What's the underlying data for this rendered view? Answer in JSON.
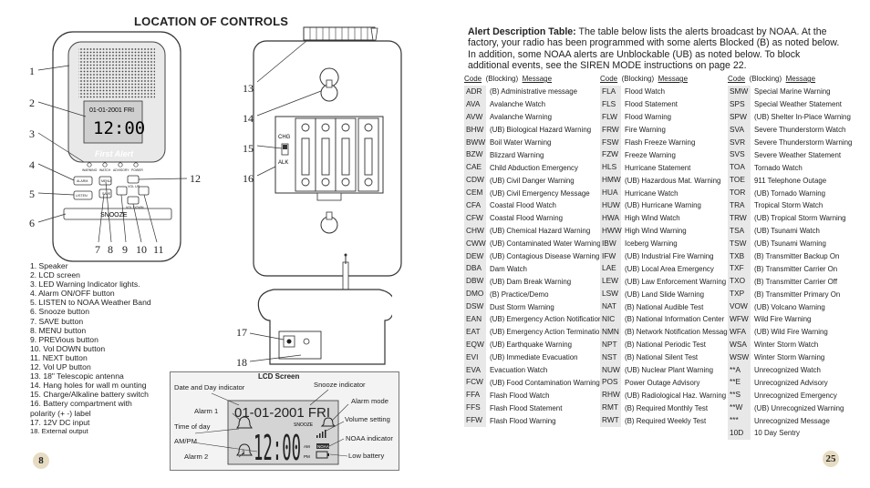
{
  "left_page": {
    "title": "LOCATION OF CONTROLS",
    "brand": "First Alert",
    "device_lcd_date": "01-01-2001 FRI",
    "device_lcd_time": "12:00",
    "led_labels": [
      "WARNING",
      "WATCH",
      "ADVISORY",
      "POWER"
    ],
    "buttons": {
      "alarm": "ALARM",
      "listen": "LISTEN",
      "snooze": "SNOOZE",
      "menu": "MENU",
      "save": "SAVE",
      "vol_up": "VOL UP",
      "prev": "PREV",
      "next": "NEXT",
      "vol_down": "VOL DOWN"
    },
    "callouts": [
      "1",
      "2",
      "3",
      "4",
      "5",
      "6",
      "7",
      "8",
      "9",
      "10",
      "11",
      "12",
      "13",
      "14",
      "15",
      "16",
      "17",
      "18"
    ],
    "battery_switch": {
      "chg": "CHG",
      "alk": "ALK"
    },
    "controls": [
      "1.  Speaker",
      "2.  LCD screen",
      "3.  LED Warning  Indicator lights.",
      "4.  Alarm ON/OFF button",
      "5.  LISTEN to NOAA Weather Band",
      "6.  Snooze button",
      "7.  SAVE button",
      "8.  MENU button",
      "9.  PREVious button",
      "10.  Vol DOWN button",
      "11.  NEXT button",
      "12.  Vol UP button",
      "13.  18\" Telescopic antenna",
      "14.  Hang holes for wall m ounting",
      "15.  Charge/Alkaline battery switch",
      "16.  Battery compartment with",
      "        polarity (+ -) label",
      "17.  12V DC input",
      "18.  External output"
    ],
    "lcd_screen": {
      "title": "LCD Screen",
      "date_text": "01-01-2001 FRI",
      "time_text": "12:00",
      "snooze_text": "SNOOZE",
      "noaa_text": "NOAA",
      "am_text": "AM",
      "pm_text": "PM",
      "labels": {
        "date_day": "Date and Day indicator",
        "snooze": "Snooze indicator",
        "alarm_mode": "Alarm mode",
        "alarm1": "Alarm 1",
        "volume": "Volume setting",
        "time_of_day": "Time of day",
        "ampm": "AM/PM",
        "noaa": "NOAA indicator",
        "alarm2": "Alarm 2",
        "low_battery": "Low battery"
      }
    },
    "page_number": "8"
  },
  "right_page": {
    "intro_bold": "Alert Description Table:",
    "intro_text": " The table below lists the alerts broadcast by NOAA.  At the factory, your radio has been programmed with some alerts Blocked (B) as noted below. In addition, some NOAA alerts are Unblockable (UB) as noted below. To block additional events, see the SIREN MODE instructions on page 22.",
    "header": {
      "code": "Code",
      "blocking": "(Blocking)",
      "message": "Message"
    },
    "columns": [
      [
        [
          "ADR",
          "(B) Administrative message"
        ],
        [
          "AVA",
          "Avalanche Watch"
        ],
        [
          "AVW",
          "Avalanche Warning"
        ],
        [
          "BHW",
          "(UB) Biological Hazard Warning"
        ],
        [
          "BWW",
          "Boil Water Warning"
        ],
        [
          "BZW",
          "Blizzard Warning"
        ],
        [
          "CAE",
          "Child Abduction Emergency"
        ],
        [
          "CDW",
          "(UB) Civil Danger Warning"
        ],
        [
          "CEM",
          "(UB) Civil Emergency Message"
        ],
        [
          "CFA",
          "Coastal Flood Watch"
        ],
        [
          "CFW",
          "Coastal Flood Warning"
        ],
        [
          "CHW",
          "(UB) Chemical Hazard Warning"
        ],
        [
          "CWW",
          "(UB) Contaminated Water Warning"
        ],
        [
          "DEW",
          "(UB) Contagious Disease Warning"
        ],
        [
          "DBA",
          "Dam Watch"
        ],
        [
          "DBW",
          "(UB) Dam Break Warning"
        ],
        [
          "DMO",
          "(B) Practice/Demo"
        ],
        [
          "DSW",
          "Dust Storm Warning"
        ],
        [
          "EAN",
          "(UB) Emergency Action Notification"
        ],
        [
          "EAT",
          "(UB) Emergency Action Termination"
        ],
        [
          "EQW",
          "(UB) Earthquake Warning"
        ],
        [
          "EVI",
          "(UB) Immediate Evacuation"
        ],
        [
          "EVA",
          "Evacuation Watch"
        ],
        [
          "FCW",
          "(UB) Food  Contamination Warning"
        ],
        [
          "FFA",
          "Flash Flood Watch"
        ],
        [
          "FFS",
          "Flash Flood Statement"
        ],
        [
          "FFW",
          "Flash Flood Warning"
        ]
      ],
      [
        [
          "FLA",
          "Flood Watch"
        ],
        [
          "FLS",
          "Flood Statement"
        ],
        [
          "FLW",
          "Flood Warning"
        ],
        [
          "FRW",
          "Fire Warning"
        ],
        [
          "FSW",
          "Flash Freeze Warning"
        ],
        [
          "FZW",
          "Freeze Warning"
        ],
        [
          "HLS",
          "Hurricane Statement"
        ],
        [
          "HMW",
          "(UB) Hazardous Mat.  Warning"
        ],
        [
          "HUA",
          "Hurricane Watch"
        ],
        [
          "HUW",
          "(UB) Hurricane Warning"
        ],
        [
          "HWA",
          "High Wind Watch"
        ],
        [
          "HWW",
          "High Wind Warning"
        ],
        [
          "IBW",
          "Iceberg Warning"
        ],
        [
          "IFW",
          "(UB) Industrial Fire Warning"
        ],
        [
          "LAE",
          "(UB) Local Area Emergency"
        ],
        [
          "LEW",
          "(UB) Law Enforcement Warning"
        ],
        [
          "LSW",
          "(UB) Land Slide Warning"
        ],
        [
          "NAT",
          "(B) National Audible Test"
        ],
        [
          "NIC",
          "(B) National Information Center"
        ],
        [
          "NMN",
          "(B) Network Notification Message"
        ],
        [
          "NPT",
          "(B) National Periodic Test"
        ],
        [
          "NST",
          "(B) National Silent Test"
        ],
        [
          "NUW",
          "(UB) Nuclear Plant Warning"
        ],
        [
          "POS",
          "Power Outage Advisory"
        ],
        [
          "RHW",
          "(UB) Radiological Haz.  Warning"
        ],
        [
          "RMT",
          "(B) Required Monthly Test"
        ],
        [
          "RWT",
          "(B) Required Weekly Test"
        ]
      ],
      [
        [
          "SMW",
          "Special Marine Warning"
        ],
        [
          "SPS",
          "Special Weather Statement"
        ],
        [
          "SPW",
          "(UB) Shelter In-Place Warning"
        ],
        [
          "SVA",
          "Severe Thunderstorm Watch"
        ],
        [
          "SVR",
          "Severe Thunderstorm Warning"
        ],
        [
          "SVS",
          "Severe Weather  Statement"
        ],
        [
          "TOA",
          "Tornado Watch"
        ],
        [
          "TOE",
          "911 Telephone Outage"
        ],
        [
          "TOR",
          "(UB) Tornado Warning"
        ],
        [
          "TRA",
          "Tropical Storm Watch"
        ],
        [
          "TRW",
          "(UB) Tropical Storm Warning"
        ],
        [
          "TSA",
          "(UB) Tsunami Watch"
        ],
        [
          "TSW",
          "(UB) Tsunami Warning"
        ],
        [
          "TXB",
          "(B) Transmitter Backup On"
        ],
        [
          "TXF",
          "(B) Transmitter Carrier On"
        ],
        [
          "TXO",
          "(B) Transmitter Carrier Off"
        ],
        [
          "TXP",
          "(B) Transmitter Primary On"
        ],
        [
          "VOW",
          "(UB) Volcano Warning"
        ],
        [
          "WFW",
          "Wild Fire Warning"
        ],
        [
          "WFA",
          "(UB) Wild Fire Warning"
        ],
        [
          "WSA",
          "Winter Storm Watch"
        ],
        [
          "WSW",
          "Winter Storm Warning"
        ],
        [
          "**A",
          "Unrecognized Watch"
        ],
        [
          "**E",
          "Unrecognized Advisory"
        ],
        [
          "**S",
          "Unrecognized Emergency"
        ],
        [
          "**W",
          "(UB) Unrecognized Warning"
        ],
        [
          "***",
          "Unrecognized Message"
        ],
        [
          "10D",
          "10 Day Sentry"
        ]
      ]
    ],
    "page_number": "25"
  },
  "colors": {
    "lcd": "#d4d4d4",
    "page_badge": "#e7dcc2",
    "code_bg": "#e8e8e8"
  }
}
